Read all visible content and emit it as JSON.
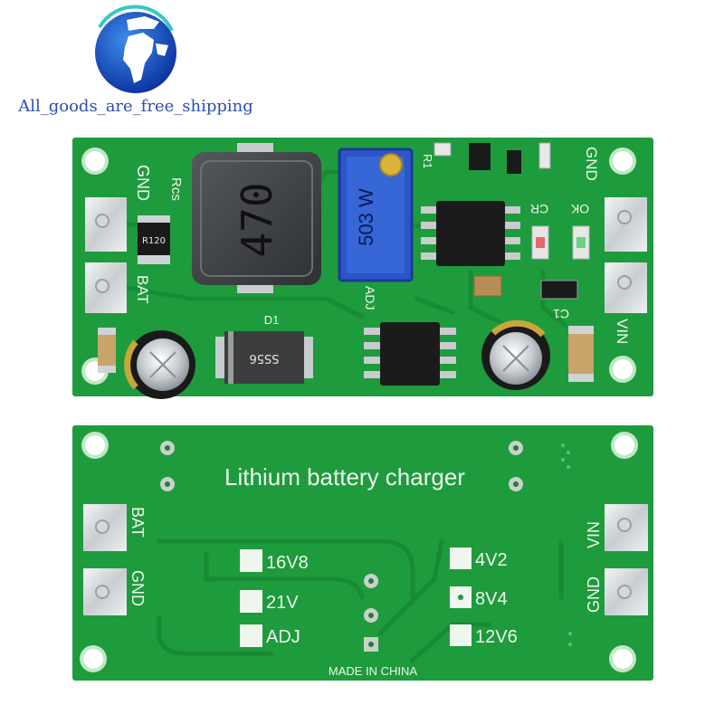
{
  "logo": {
    "text": "All_goods_are_free_shipping"
  },
  "top_board": {
    "left_top_pad_label": "GND",
    "left_bottom_pad_label": "BAT",
    "rcs_label": "Rcs",
    "rcs_marking": "R120",
    "inductor_marking": "470",
    "potentiometer_marking": "503 W",
    "adj_label": "ADJ",
    "diode_label": "D1",
    "diode_marking": "SS56",
    "r1_label": "R1",
    "led_cr_label": "CR",
    "led_ok_label": "OK",
    "c1_label": "C1",
    "right_top_pad_label": "GND",
    "right_bottom_pad_label": "VIN"
  },
  "bottom_board": {
    "title": "Lithium battery charger",
    "pads": {
      "left_top": "BAT",
      "left_bottom": "GND",
      "right_top": "VIN",
      "right_bottom": "GND"
    },
    "voltage_options_left": [
      "16V8",
      "21V",
      "ADJ"
    ],
    "voltage_options_right": [
      "4V2",
      "8V4",
      "12V6"
    ],
    "origin": "MADE IN CHINA"
  },
  "colors": {
    "board_green": "#1e9b3d",
    "trace_green": "#178a33",
    "silkscreen": "#eef6ee",
    "logo_blue": "#2b4fb3",
    "potentiometer_blue": "#2b55c8"
  }
}
